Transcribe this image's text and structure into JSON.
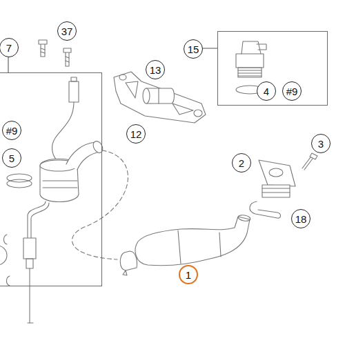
{
  "diagram": {
    "nodes": [
      {
        "text": [
          "37"
        ]
      },
      {
        "text": [
          "7"
        ]
      },
      {
        "text": [
          "15"
        ]
      },
      {
        "text": [
          "13"
        ]
      },
      {
        "text": [
          "4"
        ],
        "in": 2
      },
      {
        "text": [
          "#9"
        ],
        "in": 2
      },
      {
        "text": [
          "#9"
        ],
        "in": 1
      },
      {
        "text": [
          "5"
        ],
        "in": 1
      },
      {
        "text": [
          "12"
        ]
      },
      {
        "text": [
          "2"
        ]
      },
      {
        "text": [
          "3"
        ]
      },
      {
        "text": [
          "18"
        ]
      },
      {
        "text": [
          "1"
        ]
      }
    ],
    "edges": []
  }
}
